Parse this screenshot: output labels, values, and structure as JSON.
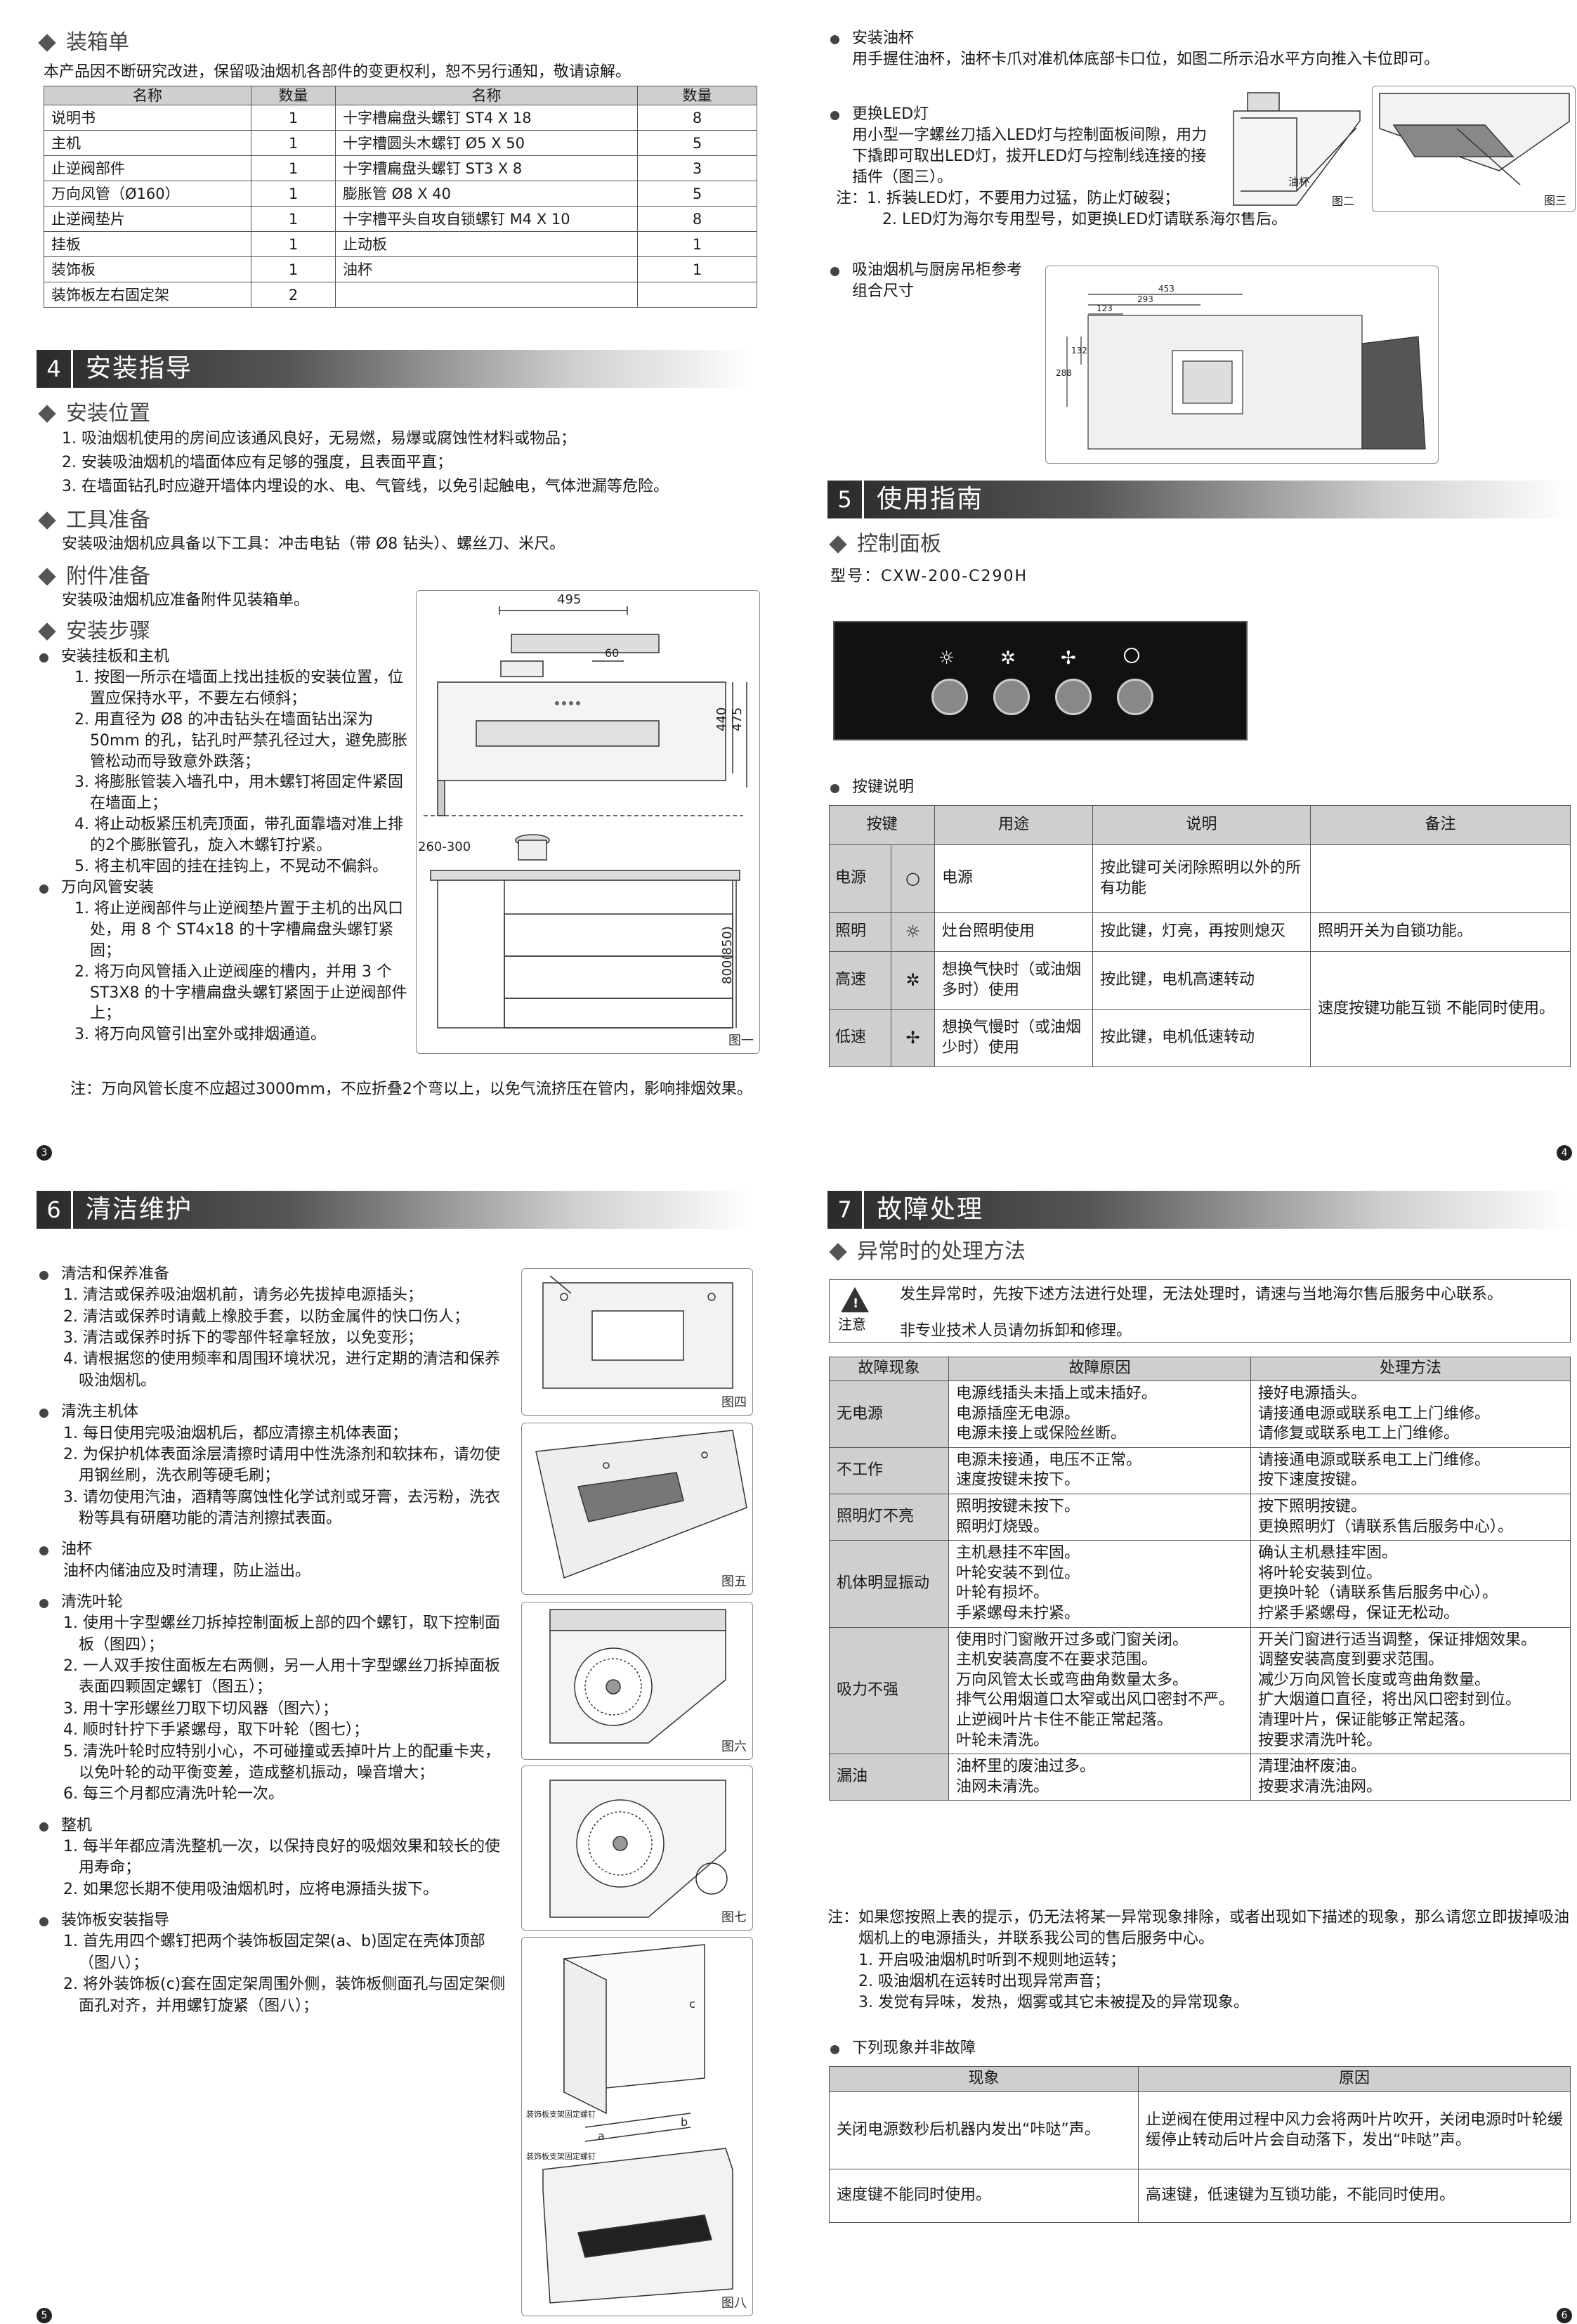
{
  "p3": {
    "packing_title": "装箱单",
    "packing_note": "本产品因不断研究改进，保留吸油烟机各部件的变更权利，恕不另行通知，敬请谅解。",
    "head": [
      "名称",
      "数量",
      "名称",
      "数量"
    ],
    "rows": [
      [
        "说明书",
        "1",
        "十字槽扁盘头螺钉 ST4 X 18",
        "8"
      ],
      [
        "主机",
        "1",
        "十字槽圆头木螺钉 Ø5 X 50",
        "5"
      ],
      [
        "止逆阀部件",
        "1",
        "十字槽扁盘头螺钉 ST3 X 8",
        "3"
      ],
      [
        "万向风管（Ø160）",
        "1",
        "膨胀管 Ø8 X 40",
        "5"
      ],
      [
        "止逆阀垫片",
        "1",
        "十字槽平头自攻自锁螺钉 M4 X 10",
        "8"
      ],
      [
        "挂板",
        "1",
        "止动板",
        "1"
      ],
      [
        "装饰板",
        "1",
        "油杯",
        "1"
      ],
      [
        "装饰板左右固定架",
        "2",
        "",
        ""
      ]
    ],
    "sec_num": "4",
    "sec_title": "安装指导",
    "pos_title": "安装位置",
    "pos": [
      "1. 吸油烟机使用的房间应该通风良好，无易燃，易爆或腐蚀性材料或物品；",
      "2. 安装吸油烟机的墙面体应有足够的强度，且表面平直；",
      "3. 在墙面钻孔时应避开墙体内埋设的水、电、气管线，以免引起触电，气体泄漏等危险。"
    ],
    "tool_title": "工具准备",
    "tool": "安装吸油烟机应具备以下工具：冲击电钻（带 Ø8 钻头）、螺丝刀、米尺。",
    "acc_title": "附件准备",
    "acc": "安装吸油烟机应准备附件见装箱单。",
    "step_title": "安装步骤",
    "b1": "安装挂板和主机",
    "b1_items": [
      "1. 按图一所示在墙面上找出挂板的安装位置，位置应保持水平，不要左右倾斜；",
      "2. 用直径为 Ø8 的冲击钻头在墙面钻出深为 50mm 的孔，钻孔时严禁孔径过大，避免膨胀管松动而导致意外跌落；",
      "3. 将膨胀管装入墙孔中，用木螺钉将固定件紧固在墙面上；",
      "4. 将止动板紧压机壳顶面，带孔面靠墙对准上排的2个膨胀管孔，旋入木螺钉拧紧。",
      "5. 将主机牢固的挂在挂钩上，不晃动不偏斜。"
    ],
    "b2": "万向风管安装",
    "b2_items": [
      "1. 将止逆阀部件与止逆阀垫片置于主机的出风口处，用 8 个 ST4x18 的十字槽扁盘头螺钉紧固；",
      "2. 将万向风管插入止逆阀座的槽内，并用 3 个 ST3X8 的十字槽扁盘头螺钉紧固于止逆阀部件上；",
      "3. 将万向风管引出室外或排烟通道。"
    ],
    "note": "注：万向风管长度不应超过3000mm，不应折叠2个弯以上，以免气流挤压在管内，影响排烟效果。",
    "fig1": {
      "d495": "495",
      "d60": "60",
      "d440": "440",
      "d475": "475",
      "d260": "260-300",
      "d800": "800(850)",
      "label": "图一"
    },
    "page_no": "3"
  },
  "p4": {
    "b1": "安装油杯",
    "b1_text": "用手握住油杯，油杯卡爪对准机体底部卡口位，如图二所示沿水平方向推入卡位即可。",
    "b2": "更换LED灯",
    "b2_text": "用小型一字螺丝刀插入LED灯与控制面板间隙，用力下撬即可取出LED灯，拔开LED灯与控制线连接的接插件（图三）。",
    "b2_note1": "注：1. 拆装LED灯，不要用力过猛，防止灯破裂；",
    "b2_note2": "2. LED灯为海尔专用型号，如更换LED灯请联系海尔售后。",
    "fig2_label": "图二",
    "fig2_cup": "油杯",
    "fig3_label": "图三",
    "b3": "吸油烟机与厨房吊柜参考组合尺寸",
    "dims": {
      "d453": "453",
      "d293": "293",
      "d123": "123",
      "d132": "132",
      "d288": "288"
    },
    "sec_num": "5",
    "sec_title": "使用指南",
    "panel_title": "控制面板",
    "model": "型号：CXW-200-C290H",
    "key_title": "按键说明",
    "key_head": [
      "按键",
      "用途",
      "说明",
      "备注"
    ],
    "keys": [
      {
        "name": "电源",
        "icon": "power-icon",
        "use": "电源",
        "desc": "按此键可关闭除照明以外的所有功能",
        "remark": ""
      },
      {
        "name": "照明",
        "icon": "light-icon",
        "use": "灶台照明使用",
        "desc": "按此键，灯亮，再按则熄灭",
        "remark": "照明开关为自锁功能。"
      },
      {
        "name": "高速",
        "icon": "fan-high-icon",
        "use": "想换气快时（或油烟多时）使用",
        "desc": "按此键，电机高速转动",
        "remark": "速度按键功能互锁 不能同时使用。"
      },
      {
        "name": "低速",
        "icon": "fan-low-icon",
        "use": "想换气慢时（或油烟少时）使用",
        "desc": "按此键，电机低速转动",
        "remark": ""
      }
    ],
    "page_no": "4"
  },
  "p5": {
    "sec_num": "6",
    "sec_title": "清洁维护",
    "g1": "清洁和保养准备",
    "g1_items": [
      "1. 清洁或保养吸油烟机前，请务必先拔掉电源插头；",
      "2. 清洁或保养时请戴上橡胶手套，以防金属件的快口伤人；",
      "3. 清洁或保养时拆下的零部件轻拿轻放，以免变形；",
      "4. 请根据您的使用频率和周围环境状况，进行定期的清洁和保养吸油烟机。"
    ],
    "g2": "清洗主机体",
    "g2_items": [
      "1. 每日使用完吸油烟机后，都应清擦主机体表面；",
      "2. 为保护机体表面涂层清擦时请用中性洗涤剂和软抹布，请勿使用钢丝刷，洗衣刷等硬毛刷；",
      "3. 请勿使用汽油，酒精等腐蚀性化学试剂或牙膏，去污粉，洗衣粉等具有研磨功能的清洁剂擦拭表面。"
    ],
    "g3": "油杯",
    "g3_text": "油杯内储油应及时清理，防止溢出。",
    "g4": "清洗叶轮",
    "g4_items": [
      "1. 使用十字型螺丝刀拆掉控制面板上部的四个螺钉，取下控制面板（图四）；",
      "2. 一人双手按住面板左右两侧，另一人用十字型螺丝刀拆掉面板表面四颗固定螺钉（图五）；",
      "3. 用十字形螺丝刀取下切风器（图六）；",
      "4. 顺时针拧下手紧螺母，取下叶轮（图七）；",
      "5. 清洗叶轮时应特别小心，不可碰撞或丢掉叶片上的配重卡夹，以免叶轮的动平衡变差，造成整机振动，噪音增大；",
      "6. 每三个月都应清洗叶轮一次。"
    ],
    "g5": "整机",
    "g5_items": [
      "1. 每半年都应清洗整机一次，以保持良好的吸烟效果和较长的使用寿命；",
      "2. 如果您长期不使用吸油烟机时，应将电源插头拔下。"
    ],
    "g6": "装饰板安装指导",
    "g6_items": [
      "1. 首先用四个螺钉把两个装饰板固定架(a、b)固定在壳体顶部（图八）；",
      "2. 将外装饰板(c)套在固定架周围外侧，装饰板侧面孔与固定架侧面孔对齐，并用螺钉旋紧（图八）；"
    ],
    "fig4": "图四",
    "fig5": "图五",
    "fig6": "图六",
    "fig7": "图七",
    "fig8": "图八",
    "fig8_a": "装饰板支架固定螺钉",
    "fig8_b": "装饰板支架固定螺钉",
    "fig8_la": "a",
    "fig8_lb": "b",
    "fig8_lc": "c",
    "page_no": "5"
  },
  "p6": {
    "sec_num": "7",
    "sec_title": "故障处理",
    "sub_title": "异常时的处理方法",
    "warn_label": "注意",
    "warn_1": "发生异常时，先按下述方法进行处理，无法处理时，请速与当地海尔售后服务中心联系。",
    "warn_2": "非专业技术人员请勿拆卸和修理。",
    "head": [
      "故障现象",
      "故障原因",
      "处理方法"
    ],
    "faults": [
      {
        "sym": "无电源",
        "cause": "电源线插头未插上或未插好。\n电源插座无电源。\n电源未接上或保险丝断。",
        "fix": "接好电源插头。\n请接通电源或联系电工上门维修。\n请修复或联系电工上门维修。"
      },
      {
        "sym": "不工作",
        "cause": "电源未接通，电压不正常。\n速度按键未按下。",
        "fix": "请接通电源或联系电工上门维修。\n按下速度按键。"
      },
      {
        "sym": "照明灯不亮",
        "cause": "照明按键未按下。\n照明灯烧毁。",
        "fix": "按下照明按键。\n更换照明灯（请联系售后服务中心）。"
      },
      {
        "sym": "机体明显振动",
        "cause": "主机悬挂不牢固。\n叶轮安装不到位。\n叶轮有损坏。\n手紧螺母未拧紧。",
        "fix": "确认主机悬挂牢固。\n将叶轮安装到位。\n更换叶轮（请联系售后服务中心）。\n拧紧手紧螺母，保证无松动。"
      },
      {
        "sym": "吸力不强",
        "cause": "使用时门窗敞开过多或门窗关闭。\n主机安装高度不在要求范围。\n万向风管太长或弯曲角数量太多。\n排气公用烟道口太窄或出风口密封不严。\n止逆阀叶片卡住不能正常起落。\n叶轮未清洗。",
        "fix": "开关门窗进行适当调整，保证排烟效果。\n调整安装高度到要求范围。\n减少万向风管长度或弯曲角数量。\n扩大烟道口直径，将出风口密封到位。\n清理叶片，保证能够正常起落。\n按要求清洗叶轮。"
      },
      {
        "sym": "漏油",
        "cause": "油杯里的废油过多。\n油网未清洗。",
        "fix": "清理油杯废油。\n按要求清洗油网。"
      }
    ],
    "note_head": "注：如果您按照上表的提示，仍无法将某一异常现象排除，或者出现如下描述的现象，那么请您立即拔掉吸油烟机上的电源插头，并联系我公司的售后服务中心。",
    "note_items": [
      "1. 开启吸油烟机时听到不规则地运转；",
      "2. 吸油烟机在运转时出现异常声音；",
      "3. 发觉有异味，发热，烟雾或其它未被提及的异常现象。"
    ],
    "nf_title": "下列现象并非故障",
    "nf_head": [
      "现象",
      "原因"
    ],
    "nf_rows": [
      [
        "关闭电源数秒后机器内发出“咔哒”声。",
        "止逆阀在使用过程中风力会将两叶片吹开，关闭电源时叶轮缓缓停止转动后叶片会自动落下，发出“咔哒”声。"
      ],
      [
        "速度键不能同时使用。",
        "高速键，低速键为互锁功能，不能同时使用。"
      ]
    ],
    "page_no": "6"
  }
}
